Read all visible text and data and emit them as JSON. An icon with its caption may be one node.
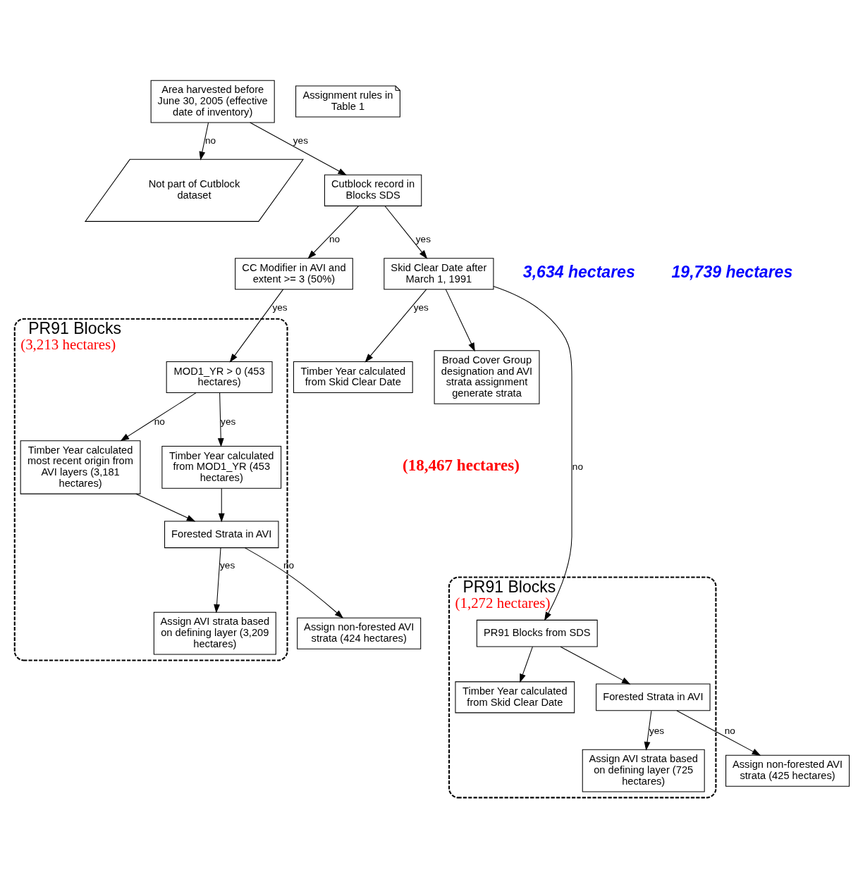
{
  "diagram": {
    "nodes": [
      {
        "text": [
          "Area harvested before June 30, 2005 (effective date of inventory)"
        ]
      },
      {
        "text": [
          "Not part of Cutblock dataset"
        ]
      },
      {
        "text": [
          "Cutblock record in Blocks SDS"
        ]
      },
      {
        "text": [
          "CC Modifier in AVI and extent >= 3 (50%)"
        ]
      },
      {
        "text": [
          "PR91 Blocks",
          "(3,213 hectares)"
        ]
      },
      {
        "text": [
          "MOD1_YR > 0 (453 hectares)"
        ],
        "in": 4
      },
      {
        "text": [
          "Timber Year calculated most recent origin from AVI layers (3,181 hectares)"
        ],
        "in": 4
      },
      {
        "text": [
          "Timber Year calculated from MOD1_YR (453 hectares)"
        ],
        "in": 4
      },
      {
        "text": [
          "Forested Strata in AVI"
        ],
        "in": 4
      },
      {
        "text": [
          "Assign AVI strata based on defining layer (3,209 hectares)"
        ],
        "in": 4
      },
      {
        "text": [
          "Skid Clear Date after March 1, 1991"
        ]
      },
      {
        "text": [
          "Timber Year calculated from Skid Clear Date"
        ]
      },
      {
        "text": [
          "Broad Cover Group designation and AVI strata assignment generate strata"
        ]
      },
      {
        "text": [
          "Assignment rules in Table 1"
        ]
      },
      {
        "text": [
          "Assign non-forested AVI strata (424 hectares)"
        ]
      },
      {
        "text": [
          "PR91 Blocks",
          "(1,272 hectares)"
        ]
      },
      {
        "text": [
          "PR91 Blocks from SDS"
        ],
        "in": 15
      },
      {
        "text": [
          "Timber Year calculated from Skid Clear Date"
        ],
        "in": 15
      },
      {
        "text": [
          "Forested Strata in AVI"
        ],
        "in": 15
      },
      {
        "text": [
          "Assign AVI strata based on defining layer (725 hectares)"
        ],
        "in": 15
      },
      {
        "text": [
          "Assign non-forested AVI strata (425 hectares)"
        ]
      }
    ],
    "edges": [
      {
        "from": 0,
        "to": 1,
        "arrow": "to",
        "label": "no"
      },
      {
        "from": 0,
        "to": 2,
        "arrow": "to",
        "label": "yes"
      },
      {
        "from": 2,
        "to": 3,
        "arrow": "to",
        "label": "no"
      },
      {
        "from": 3,
        "to": 5,
        "arrow": "to",
        "label": "yes"
      },
      {
        "from": 2,
        "to": 10,
        "arrow": "to",
        "label": "yes"
      },
      {
        "from": 5,
        "to": 6,
        "arrow": "to",
        "label": "no"
      },
      {
        "from": 5,
        "to": 7,
        "arrow": "to",
        "label": "yes"
      },
      {
        "from": 6,
        "to": 8,
        "arrow": "to"
      },
      {
        "from": 7,
        "to": 8,
        "arrow": "to"
      },
      {
        "from": 8,
        "to": 9,
        "arrow": "to",
        "label": "yes"
      },
      {
        "from": 8,
        "to": 14,
        "arrow": "to",
        "label": "no"
      },
      {
        "from": 10,
        "to": 11,
        "arrow": "to",
        "label": "yes"
      },
      {
        "from": 10,
        "to": 12,
        "arrow": "to"
      },
      {
        "from": 10,
        "to": 16,
        "arrow": "to",
        "label": "no"
      },
      {
        "from": 16,
        "to": 17,
        "arrow": "to"
      },
      {
        "from": 16,
        "to": 18,
        "arrow": "to"
      },
      {
        "from": 18,
        "to": 20,
        "arrow": "to",
        "label": "no"
      },
      {
        "from": 18,
        "to": 19,
        "arrow": "to",
        "label": "yes"
      }
    ],
    "labels": [
      "3,634 hectares",
      "19,739 hectares",
      "(18,467 hectares)"
    ]
  }
}
